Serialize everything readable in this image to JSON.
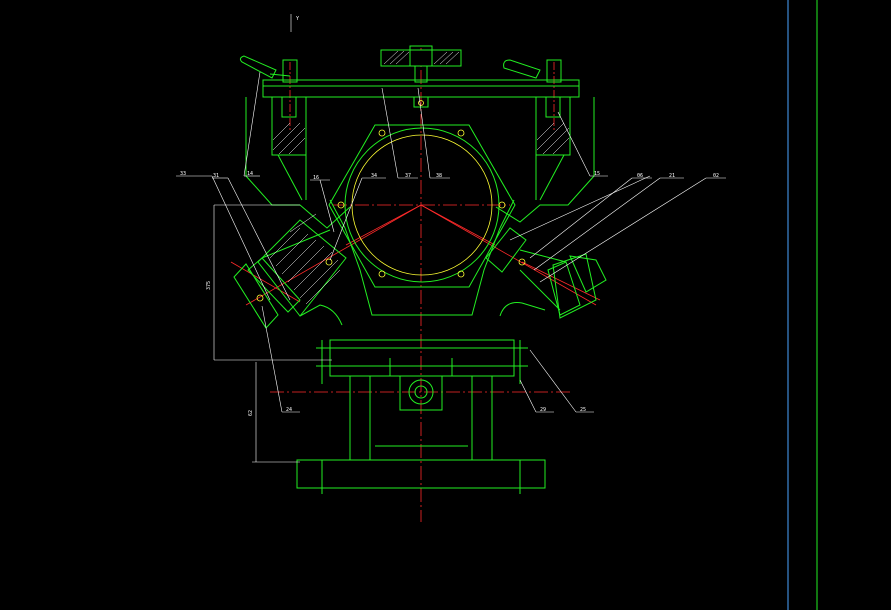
{
  "drawing": {
    "background": "#000000",
    "colors": {
      "outline": "#22ee22",
      "centerline": "#ff2a2a",
      "dimension": "#ffffff",
      "hatch": "#ffffff",
      "hole": "#ffff33",
      "border_blue": "#4aa3ff",
      "border_green": "#22ee22"
    },
    "axis_marker": "Y",
    "labels": {
      "l1": "14",
      "l2": "37",
      "l3": "38",
      "l4": "15",
      "l5": "33",
      "l6": "31",
      "l7": "16",
      "l8": "34",
      "l9": "06",
      "l10": "21",
      "l11": "02",
      "l12": "24",
      "l13": "29",
      "l14": "25",
      "dim_vertical": "375",
      "dim_lower": "62"
    }
  }
}
